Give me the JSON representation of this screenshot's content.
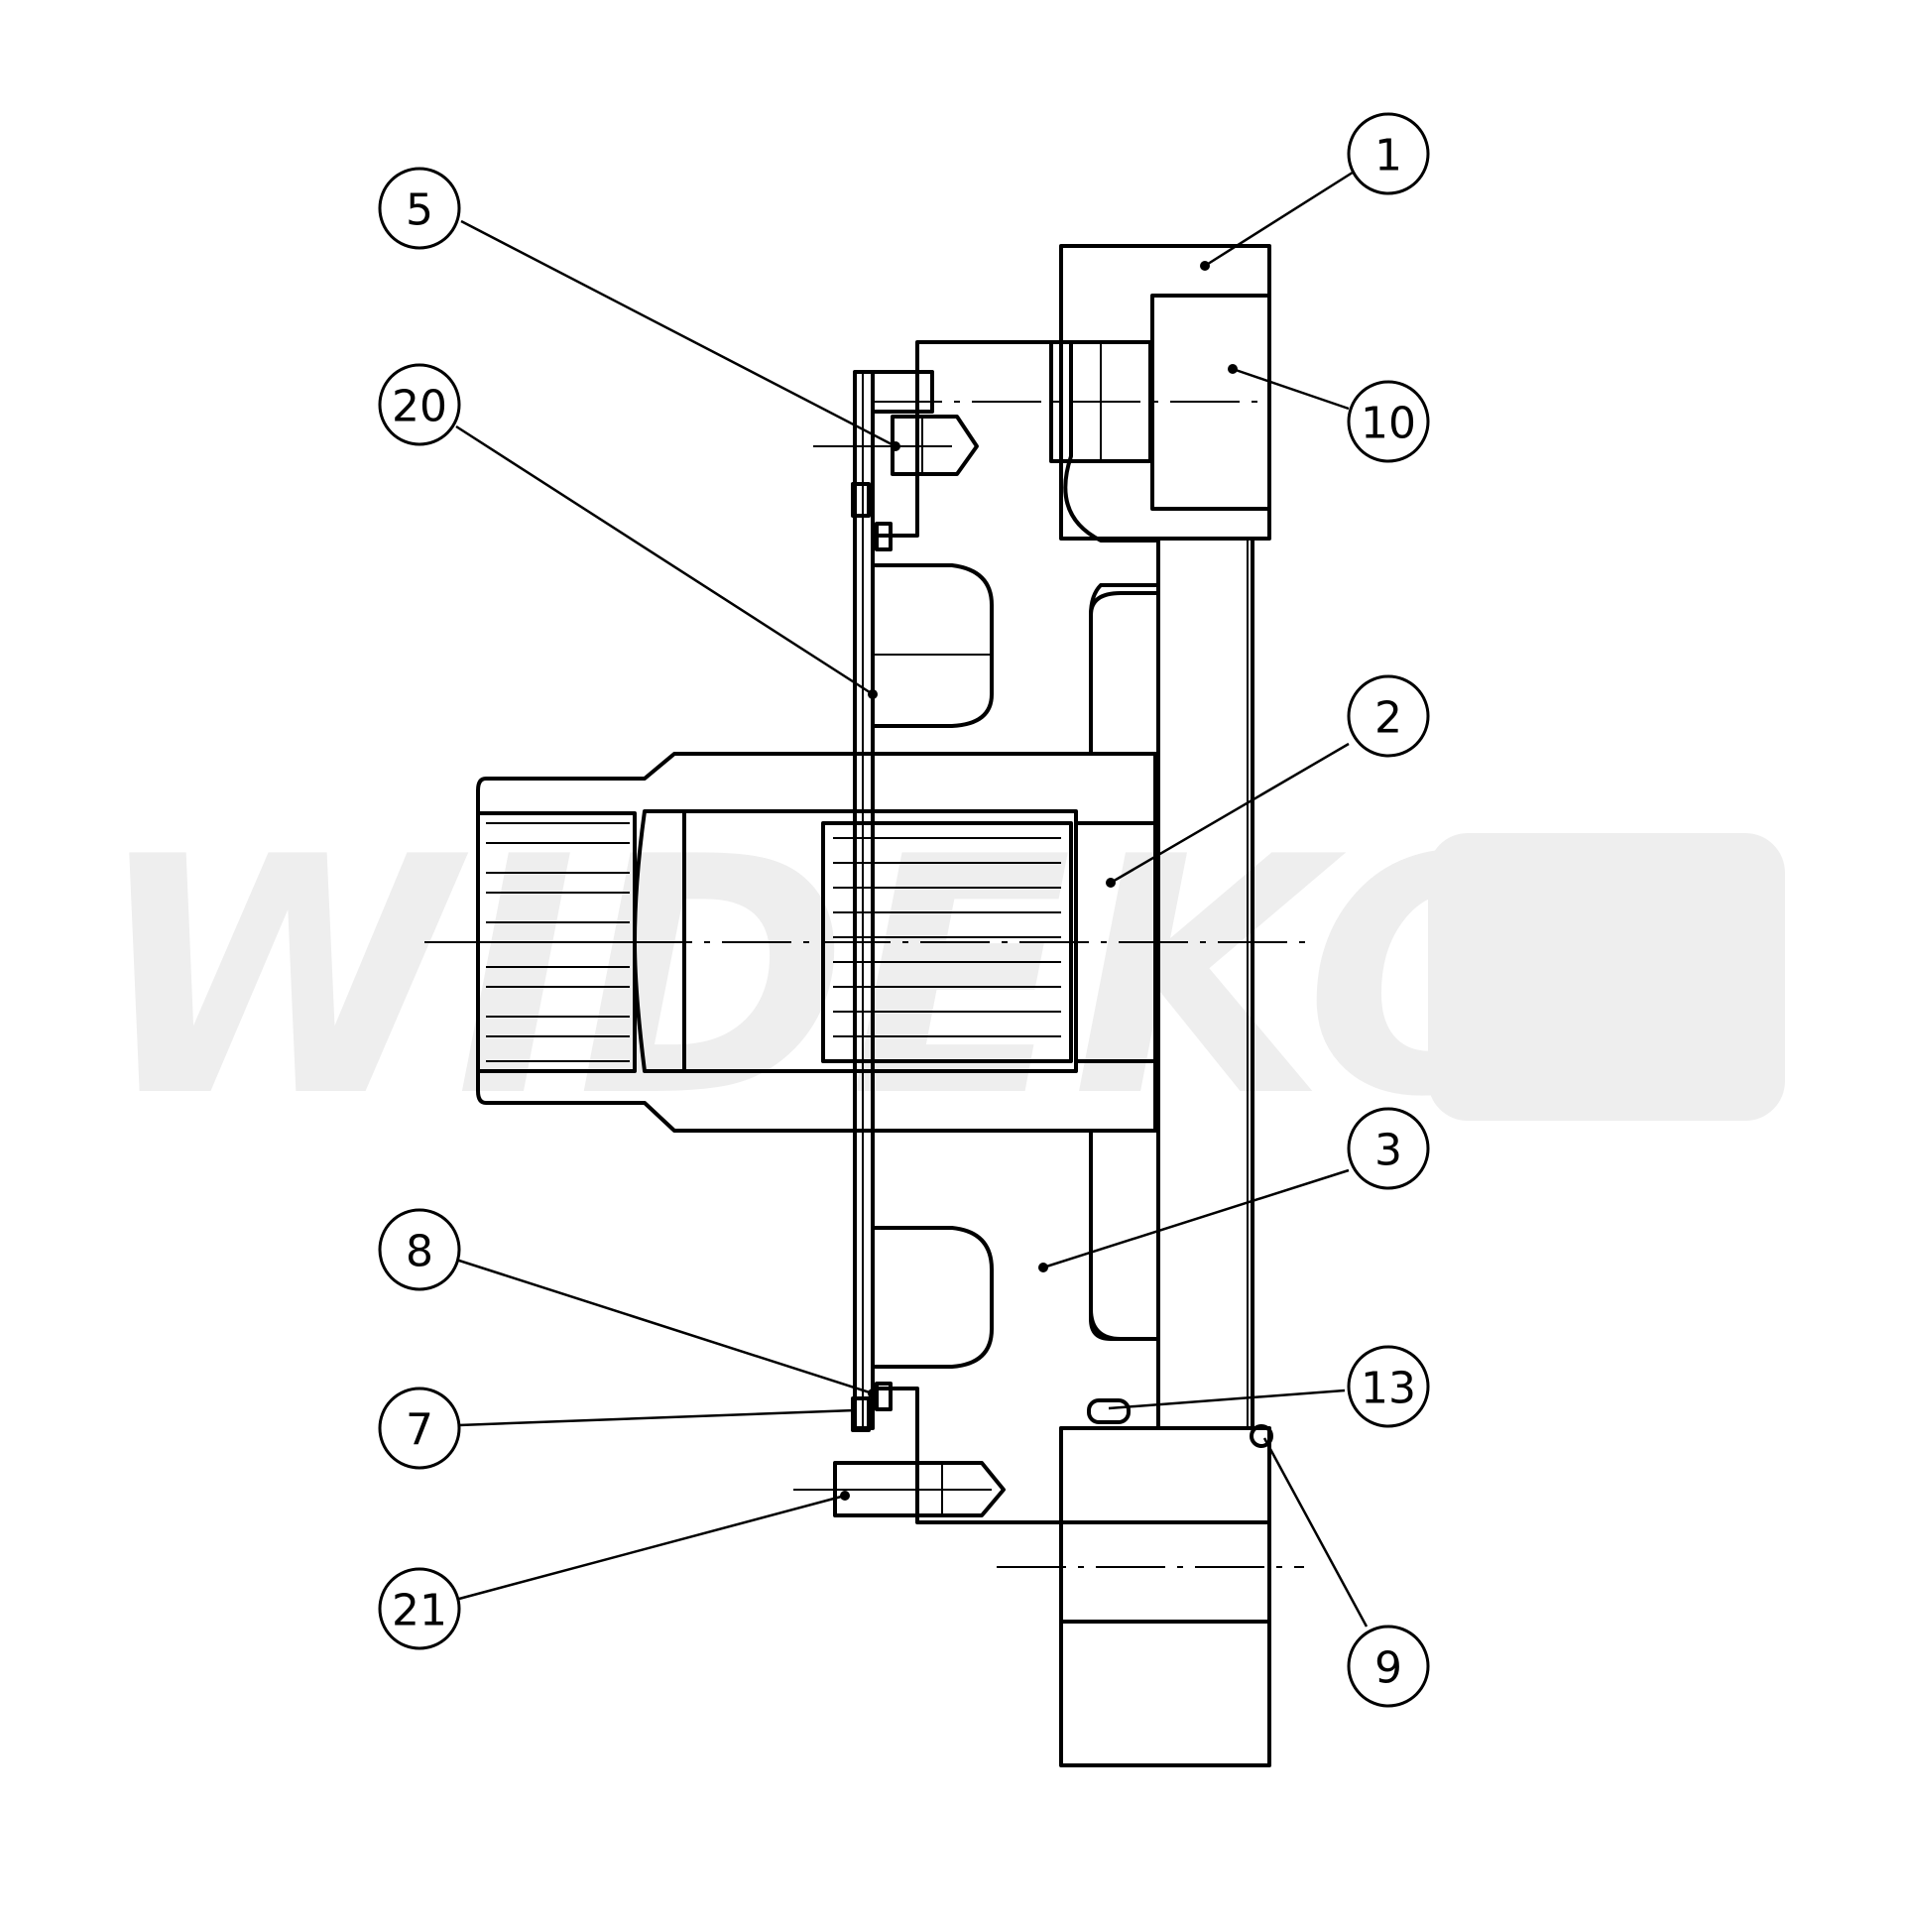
{
  "watermark": {
    "text": "WIDEKO"
  },
  "callouts": [
    {
      "id": "balloon-1",
      "label": "1"
    },
    {
      "id": "balloon-10",
      "label": "10"
    },
    {
      "id": "balloon-5",
      "label": "5"
    },
    {
      "id": "balloon-20",
      "label": "20"
    },
    {
      "id": "balloon-2",
      "label": "2"
    },
    {
      "id": "balloon-3",
      "label": "3"
    },
    {
      "id": "balloon-13",
      "label": "13"
    },
    {
      "id": "balloon-8",
      "label": "8"
    },
    {
      "id": "balloon-7",
      "label": "7"
    },
    {
      "id": "balloon-21",
      "label": "21"
    },
    {
      "id": "balloon-9",
      "label": "9"
    }
  ]
}
